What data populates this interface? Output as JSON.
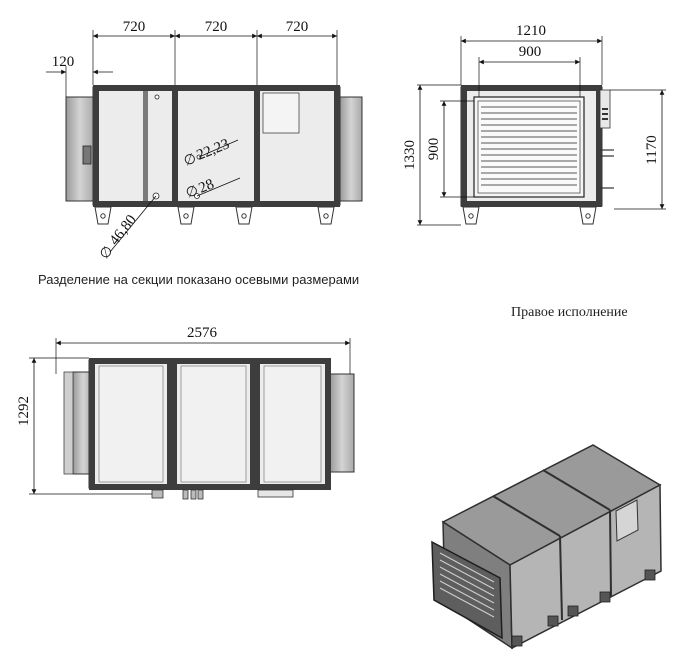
{
  "drawing": {
    "front_view": {
      "dims_top": [
        "720",
        "720",
        "720"
      ],
      "dim_flange": "120",
      "hole_1": "22,23",
      "hole_2": "28",
      "hole_3": "46,80"
    },
    "side_view": {
      "width_total": "1210",
      "width_inner": "900",
      "height_total": "1330",
      "height_inner": "900",
      "height_right": "1170"
    },
    "top_view": {
      "length_total": "2576",
      "width_total": "1292"
    }
  },
  "notes": {
    "section_note": "Разделение на секции показано осевыми размерами",
    "orientation": "Правое исполнение"
  },
  "symbols": {
    "diameter": "∅"
  },
  "colors": {
    "frame": "#3d3d3d",
    "panel": "#e9e9e9",
    "duct": "#b8b8b8",
    "line": "#111111"
  }
}
